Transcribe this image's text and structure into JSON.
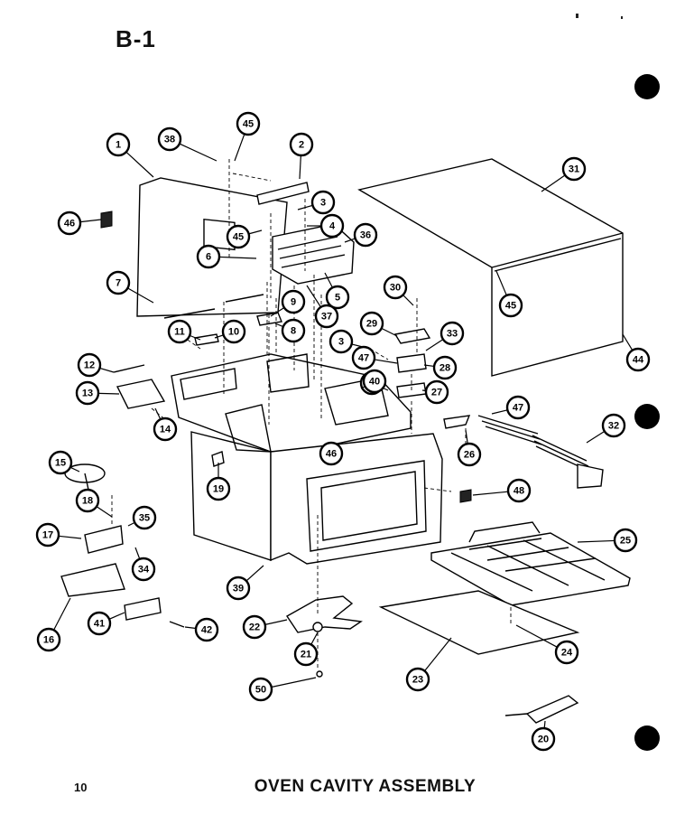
{
  "sheet_id": "B-1",
  "page_number": "10",
  "title": "OVEN CAVITY ASSEMBLY",
  "callouts": [
    "1",
    "2",
    "3",
    "4",
    "45",
    "38",
    "45",
    "46",
    "6",
    "36",
    "7",
    "5",
    "37",
    "9",
    "8",
    "11",
    "10",
    "31",
    "45",
    "44",
    "30",
    "29",
    "3",
    "33",
    "47",
    "28",
    "46",
    "27",
    "47",
    "32",
    "12",
    "13",
    "14",
    "26",
    "15",
    "18",
    "35",
    "17",
    "34",
    "16",
    "41",
    "42",
    "19",
    "40",
    "46",
    "48",
    "39",
    "22",
    "21",
    "50",
    "23",
    "24",
    "25",
    "20"
  ]
}
